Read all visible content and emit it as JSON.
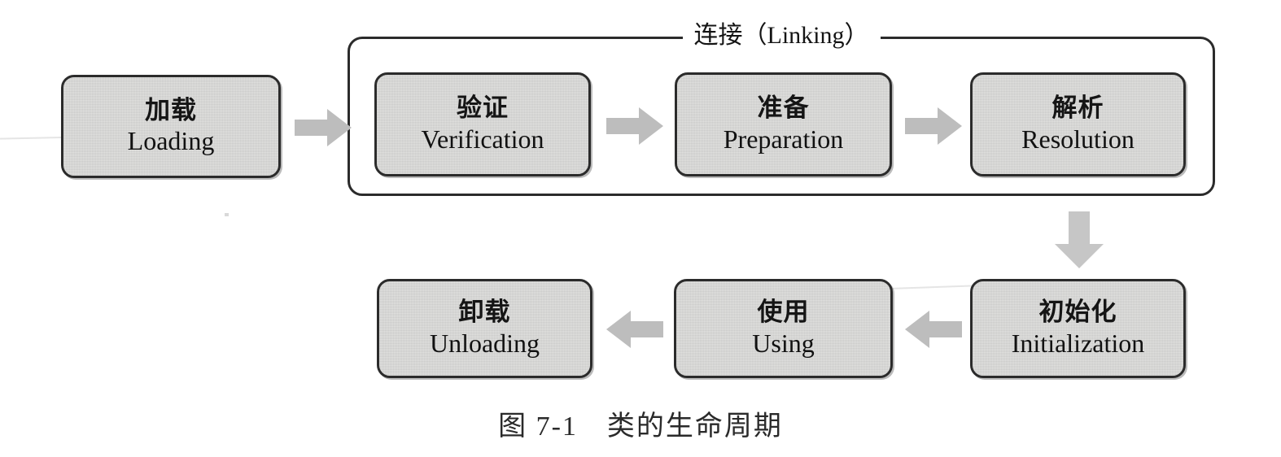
{
  "figure": {
    "caption": "图 7-1　类的生命周期",
    "background_color": "#ffffff",
    "box_fill_color": "#d6d6d4",
    "box_border_color": "#2b2b2b",
    "arrow_color": "#bdbdbd",
    "text_color": "#141414"
  },
  "group": {
    "label": "连接（Linking）",
    "name": "linking-group"
  },
  "stages": [
    {
      "id": "loading",
      "cn": "加载",
      "en": "Loading"
    },
    {
      "id": "verification",
      "cn": "验证",
      "en": "Verification"
    },
    {
      "id": "preparation",
      "cn": "准备",
      "en": "Preparation"
    },
    {
      "id": "resolution",
      "cn": "解析",
      "en": "Resolution"
    },
    {
      "id": "initialization",
      "cn": "初始化",
      "en": "Initialization"
    },
    {
      "id": "using",
      "cn": "使用",
      "en": "Using"
    },
    {
      "id": "unloading",
      "cn": "卸载",
      "en": "Unloading"
    }
  ],
  "arrows": [
    {
      "id": "loading-to-verification",
      "direction": "right"
    },
    {
      "id": "verification-to-preparation",
      "direction": "right"
    },
    {
      "id": "preparation-to-resolution",
      "direction": "right"
    },
    {
      "id": "resolution-to-initialization",
      "direction": "down"
    },
    {
      "id": "initialization-to-using",
      "direction": "left"
    },
    {
      "id": "using-to-unloading",
      "direction": "left"
    }
  ]
}
